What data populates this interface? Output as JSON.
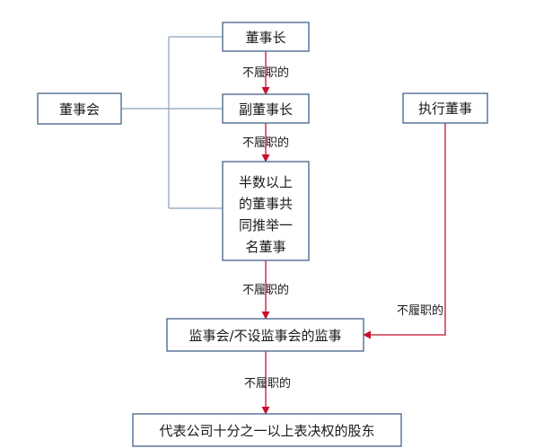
{
  "nodes": {
    "chairman": "董事长",
    "board": "董事会",
    "vice_chairman": "副董事长",
    "majority_directors": [
      "半数以上",
      "的董事共",
      "同推举一",
      "名董事"
    ],
    "executive_director": "执行董事",
    "supervisors": "监事会/不设监事会的监事",
    "shareholders": "代表公司十分之一以上表决权的股东"
  },
  "edges": {
    "chairman_to_vice": "不履职的",
    "vice_to_majority": "不履职的",
    "majority_to_supervisors": "不履职的",
    "executive_to_supervisors": "不履职的",
    "supervisors_to_shareholders": "不履职的"
  },
  "colors": {
    "box_border": "#44628a",
    "bracket_line": "#8aa1bb",
    "arrow": "#c8102e",
    "text": "#1a1a1a"
  }
}
